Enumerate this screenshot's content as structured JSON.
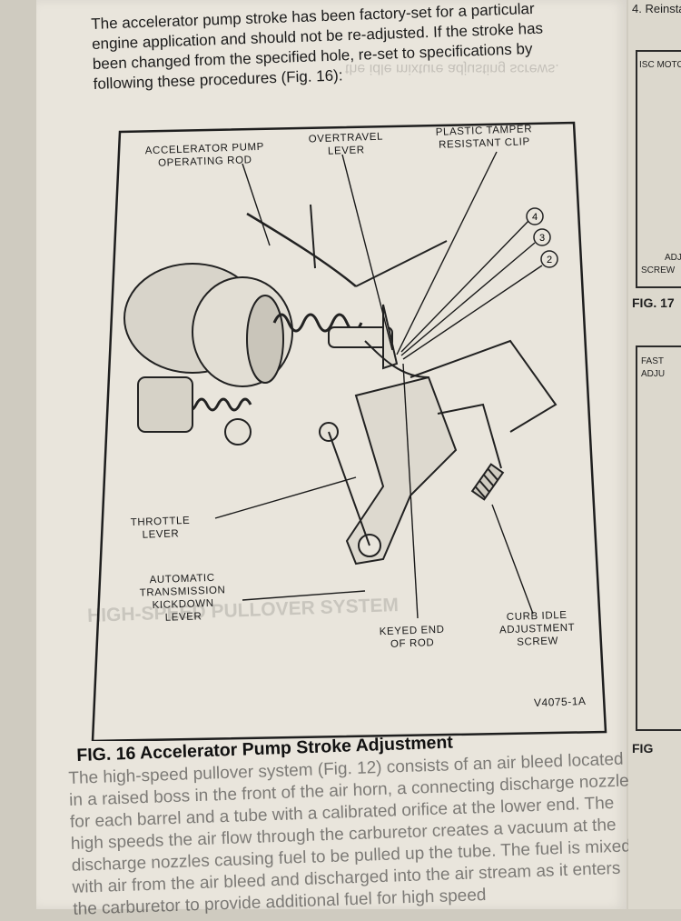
{
  "intro_paragraph": "The accelerator pump stroke has been factory-set for a particular engine application and should not be re-adjusted. If the stroke has been changed from the specified hole, re-set to specifications by following these procedures (Fig. 16):",
  "figure": {
    "labels": {
      "pump_rod": "ACCELERATOR PUMP\nOPERATING ROD",
      "overtravel": "OVERTRAVEL\nLEVER",
      "tamper_clip": "PLASTIC TAMPER\nRESISTANT CLIP",
      "throttle_lever": "THROTTLE\nLEVER",
      "kickdown": "AUTOMATIC\nTRANSMISSION\nKICKDOWN\nLEVER",
      "keyed_end": "KEYED END\nOF ROD",
      "curb_idle": "CURB IDLE\nADJUSTMENT\nSCREW"
    },
    "hole_numbers": [
      "4",
      "3",
      "2"
    ],
    "code": "V4075-1A"
  },
  "caption": "FIG. 16 Accelerator Pump Stroke Adjustment",
  "bleed_through_heading": "HIGH-SPEED PULLOVER SYSTEM",
  "body_text": "The high-speed pullover system (Fig. 12) consists of an air bleed located in a raised boss in the front of the air horn, a connecting discharge nozzle for each barrel and a tube with a calibrated orifice at the lower end. The high speeds the air flow through the carburetor creates a vacuum at the discharge nozzles causing fuel to be pulled up the tube. The fuel is mixed with air from the air bleed and discharged into the air stream as it enters the carburetor to provide additional fuel for high speed",
  "right_page": {
    "top_text": "4. Reinsta",
    "isc_label": "ISC MOTOR",
    "adj_label": "ADJ",
    "screw_label": "SCREW",
    "fig17": "FIG. 17",
    "fast_label": "FAST",
    "adju_label": "ADJU",
    "fig_bottom": "FIG"
  }
}
